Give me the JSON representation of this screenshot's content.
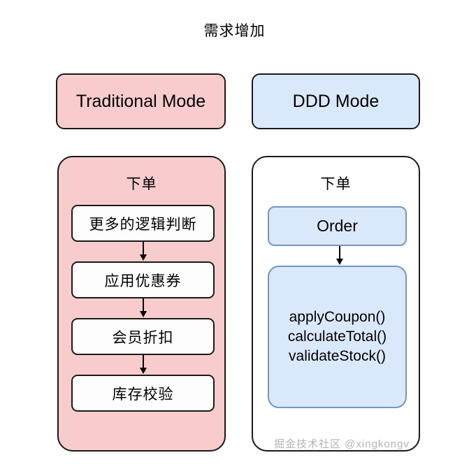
{
  "diagram": {
    "title": "需求增加",
    "watermark": "掘金技术社区 @xingkongv",
    "colors": {
      "pink_fill": "#f8cccc",
      "blue_fill": "#dae8fc",
      "blue_border": "#7396c8",
      "dark_border": "#1a1a1a",
      "white_fill": "#ffffff"
    }
  },
  "columns": {
    "traditional": {
      "header_label": "Traditional Mode",
      "container_heading": "下单",
      "steps": [
        {
          "label": "更多的逻辑判断"
        },
        {
          "label": "应用优惠券"
        },
        {
          "label": "会员折扣"
        },
        {
          "label": "库存校验"
        }
      ]
    },
    "ddd": {
      "header_label": "DDD Mode",
      "container_heading": "下单",
      "entity_label": "Order",
      "methods": [
        "applyCoupon()",
        "calculateTotal()",
        "validateStock()"
      ]
    }
  }
}
